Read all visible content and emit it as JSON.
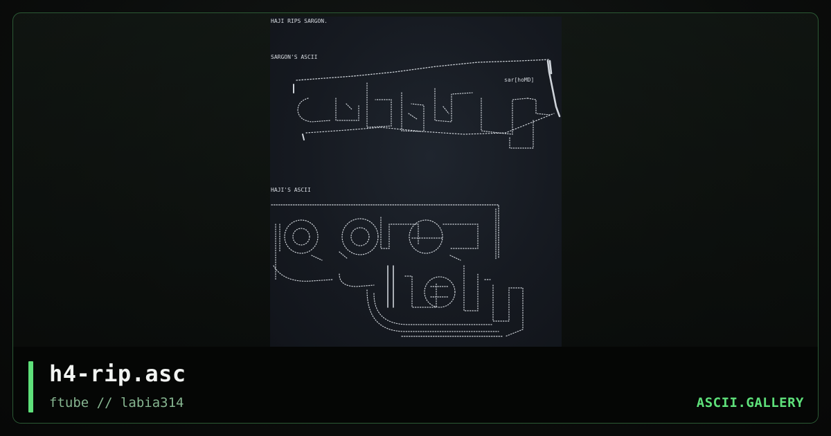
{
  "artwork": {
    "line_intro": "HAJI RIPS SARGON.",
    "heading_sargon": "SARGON'S ASCII",
    "signature_sargon": "sar[hoMD]",
    "heading_haji": "HAJI'S ASCII"
  },
  "footer": {
    "title": "h4-rip.asc",
    "subtitle": "ftube // labia314",
    "brand": "ASCII.GALLERY"
  },
  "colors": {
    "accent": "#5ee07a",
    "subtitle": "#86b590",
    "frame_border": "#2c5a35"
  }
}
